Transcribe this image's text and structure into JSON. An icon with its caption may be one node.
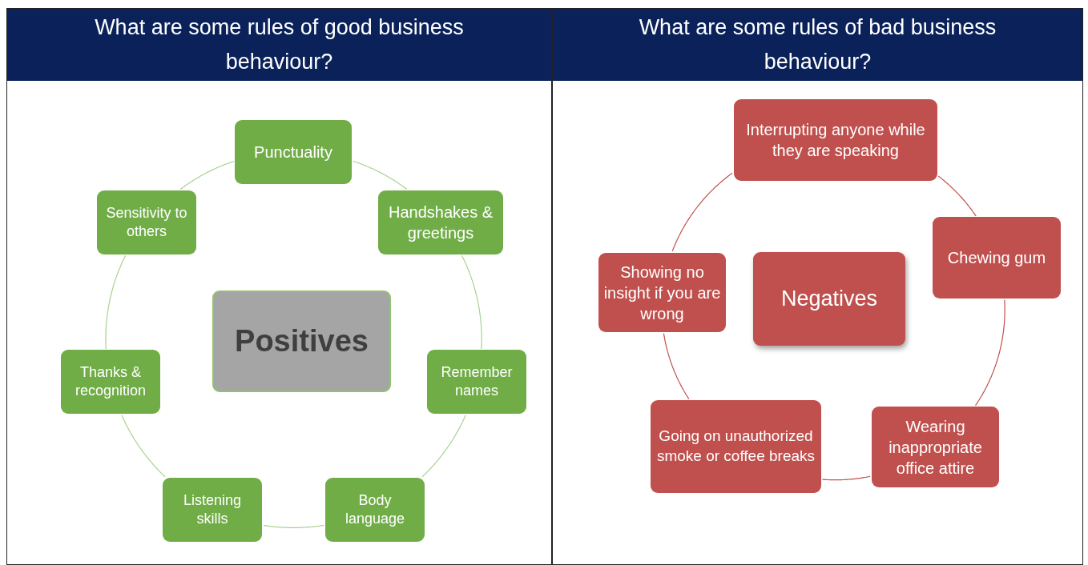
{
  "diagram": {
    "nodes": [
      {
        "text": [
          "What are some rules of good business behaviour?"
        ]
      },
      {
        "text": [
          "Positives"
        ],
        "in": 0
      },
      {
        "text": [
          "Punctuality"
        ],
        "in": 0
      },
      {
        "text": [
          "Handshakes & greetings"
        ],
        "in": 0
      },
      {
        "text": [
          "Remember names"
        ],
        "in": 0
      },
      {
        "text": [
          "Body language"
        ],
        "in": 0
      },
      {
        "text": [
          "Listening skills"
        ],
        "in": 0
      },
      {
        "text": [
          "Thanks & recognition"
        ],
        "in": 0
      },
      {
        "text": [
          "Sensitivity to others"
        ],
        "in": 0
      },
      {
        "text": [
          "What are some rules of bad business behaviour?"
        ]
      },
      {
        "text": [
          "Negatives"
        ],
        "in": 9
      },
      {
        "text": [
          "Interrupting anyone while they are speaking"
        ],
        "in": 9
      },
      {
        "text": [
          "Chewing gum"
        ],
        "in": 9
      },
      {
        "text": [
          "Wearing inappropriate office attire"
        ],
        "in": 9
      },
      {
        "text": [
          "Going on unauthorized smoke or coffee breaks"
        ],
        "in": 9
      },
      {
        "text": [
          "Showing no insight if you are wrong"
        ],
        "in": 9
      }
    ],
    "edges": [
      {
        "from": 2,
        "to": 3,
        "arrow": "none"
      },
      {
        "from": 3,
        "to": 4,
        "arrow": "none"
      },
      {
        "from": 4,
        "to": 5,
        "arrow": "none"
      },
      {
        "from": 5,
        "to": 6,
        "arrow": "none"
      },
      {
        "from": 6,
        "to": 7,
        "arrow": "none"
      },
      {
        "from": 7,
        "to": 8,
        "arrow": "none"
      },
      {
        "from": 8,
        "to": 2,
        "arrow": "none"
      },
      {
        "from": 11,
        "to": 12,
        "arrow": "none",
        "color": "#c0504d"
      },
      {
        "from": 12,
        "to": 13,
        "arrow": "none",
        "color": "#c0504d"
      },
      {
        "from": 13,
        "to": 14,
        "arrow": "none",
        "color": "#c0504d"
      },
      {
        "from": 14,
        "to": 15,
        "arrow": "none",
        "color": "#c0504d"
      },
      {
        "from": 15,
        "to": 11,
        "arrow": "none",
        "color": "#c0504d"
      }
    ]
  }
}
